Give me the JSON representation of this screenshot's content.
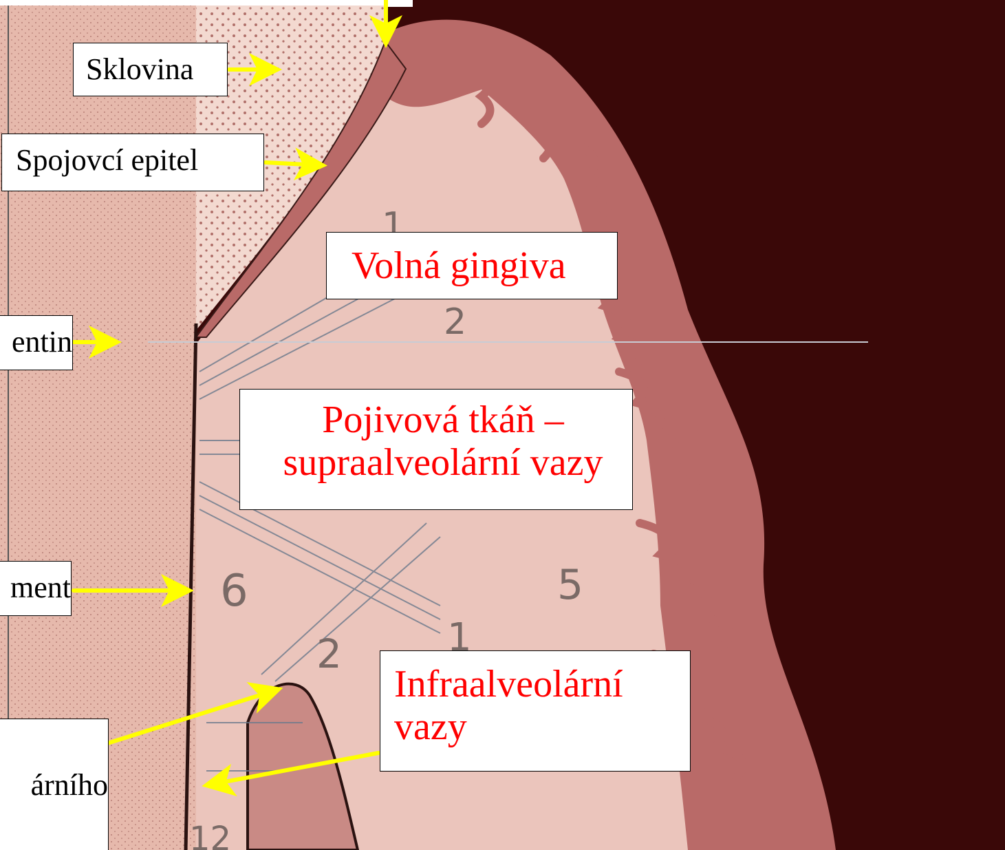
{
  "labels": {
    "sklovina": "Sklovina",
    "spojovci_epitel": "Spojovcí epitel",
    "dentin": "entin",
    "cement": "ment",
    "alveolar_fragment": "árního",
    "volna_gingiva": "Volná gingiva",
    "pojivova_line1": "Pojivová tkáň –",
    "pojivova_line2": "supraalveolární vazy",
    "infra_line1": "Infraalveolární",
    "infra_line2": "vazy"
  },
  "figure_numbers": {
    "n1_top": "1",
    "n2_top": "2",
    "n6": "6",
    "n5": "5",
    "n2_bottom": "2",
    "n1_bottom": "1",
    "n12": "12"
  },
  "colors": {
    "arrow": "#ffff00",
    "label_red": "#ff0000",
    "label_black": "#000000",
    "background": "#3a0808",
    "gingiva_outer": "#b96a68",
    "tissue_pink": "#e9c4bc",
    "dentin_pink": "#e8bdb0",
    "bone": "#c98a85"
  }
}
